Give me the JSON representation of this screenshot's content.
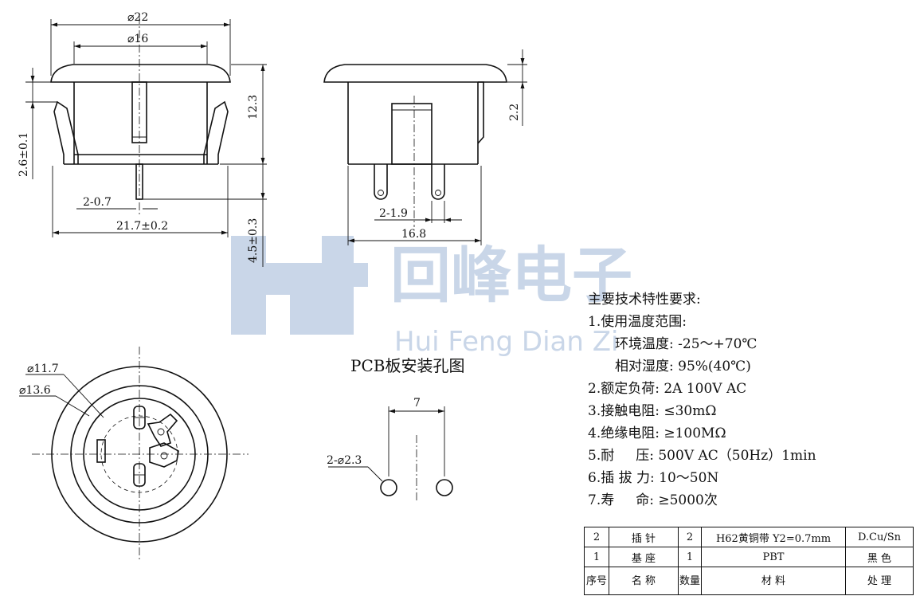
{
  "watermark": {
    "cn": "回峰电子",
    "en": "Hui Feng Dian Zi"
  },
  "dimensions": {
    "d22": "⌀22",
    "d16": "⌀16",
    "h12_3": "12.3",
    "h2_6": "2.6±0.1",
    "pin0_7": "2-0.7",
    "w21_7": "21.7±0.2",
    "h4_5": "4.5±0.3",
    "h2_2": "2.2",
    "pin1_9": "2-1.9",
    "w16_8": "16.8",
    "d11_7": "⌀11.7",
    "d13_6": "⌀13.6",
    "pitch7": "7",
    "hole2_3": "2-⌀2.3"
  },
  "pcb_title": "PCB板安装孔图",
  "specs": {
    "heading": "主要技术特性要求:",
    "items": [
      "1.使用温度范围:",
      "环境温度: -25～+70℃",
      "相对湿度: 95%(40℃)",
      "2.额定负荷: 2A 100V AC",
      "3.接触电阻: ≤30mΩ",
      "4.绝缘电阻: ≥100MΩ",
      "5.耐     压: 500V AC（50Hz）1min",
      "6.插 拔 力: 10～50N",
      "7.寿     命: ≥5000次"
    ]
  },
  "bom": {
    "rows": [
      [
        "2",
        "插 针",
        "2",
        "H62黄铜带 Y2=0.7mm",
        "D.Cu/Sn"
      ],
      [
        "1",
        "基 座",
        "1",
        "PBT",
        "黑 色"
      ]
    ],
    "header": [
      "序号",
      "名 称",
      "数量",
      "材 料",
      "处 理"
    ]
  }
}
